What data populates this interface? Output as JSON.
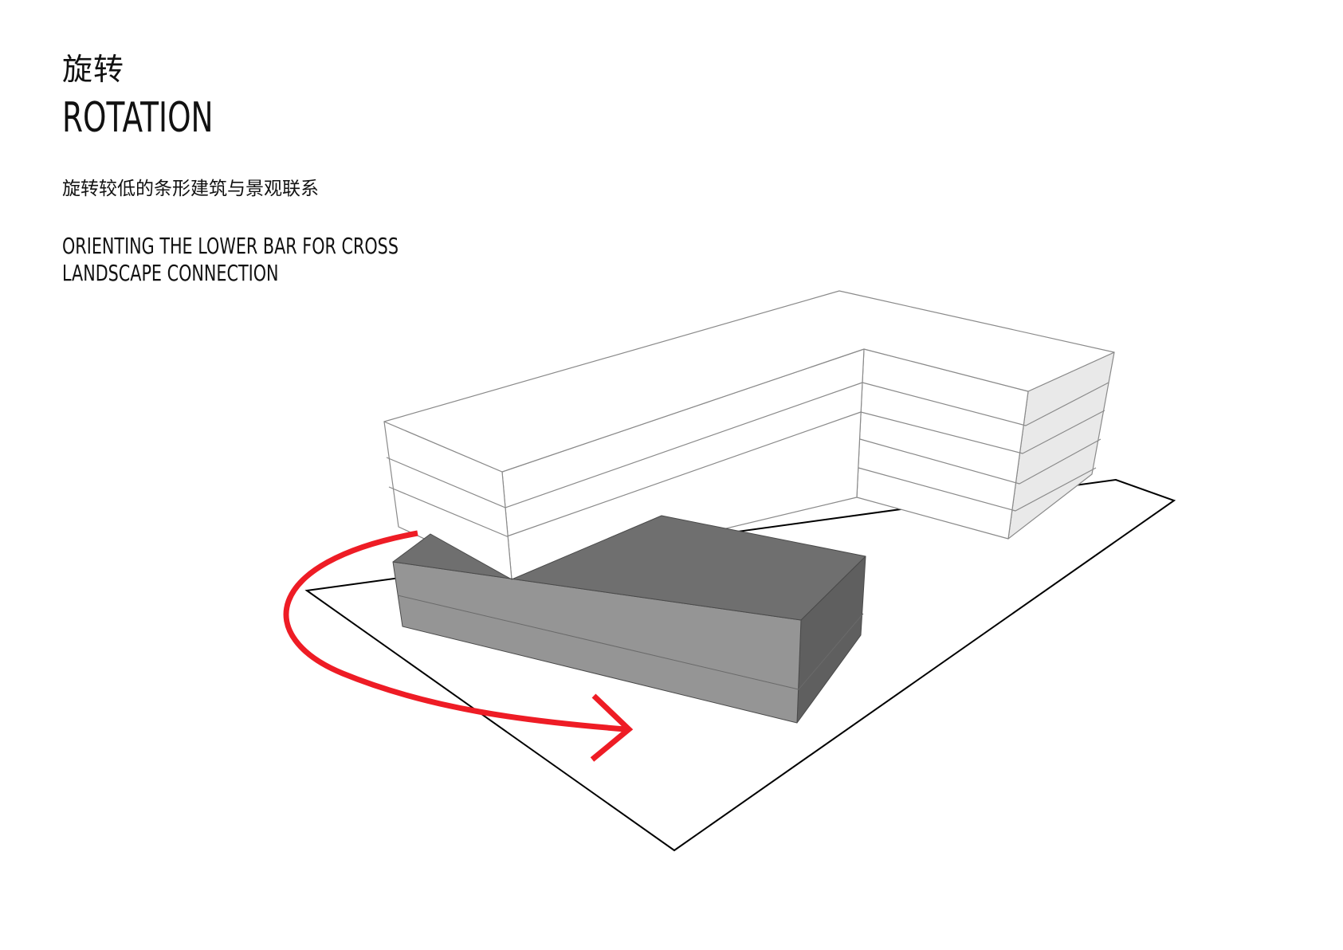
{
  "title": {
    "chinese": "旋转",
    "english": "ROTATION"
  },
  "subtitle": {
    "chinese": "旋转较低的条形建筑与景观联系",
    "english_line1": "ORIENTING THE LOWER BAR FOR CROSS",
    "english_line2": "LANDSCAPE CONNECTION"
  },
  "colors": {
    "background": "#ffffff",
    "text": "#111111",
    "site_outline": "#000000",
    "upper_building_fill": "#ffffff",
    "upper_building_side": "#e9e9e9",
    "upper_building_line": "#8a8a8a",
    "lower_bar_top": "#6f6f6f",
    "lower_bar_front": "#959595",
    "lower_bar_side": "#5f5f5f",
    "rotation_arrow": "#ee1c25"
  },
  "icons": {
    "rotation_arrow": "curved-arrow-icon"
  }
}
